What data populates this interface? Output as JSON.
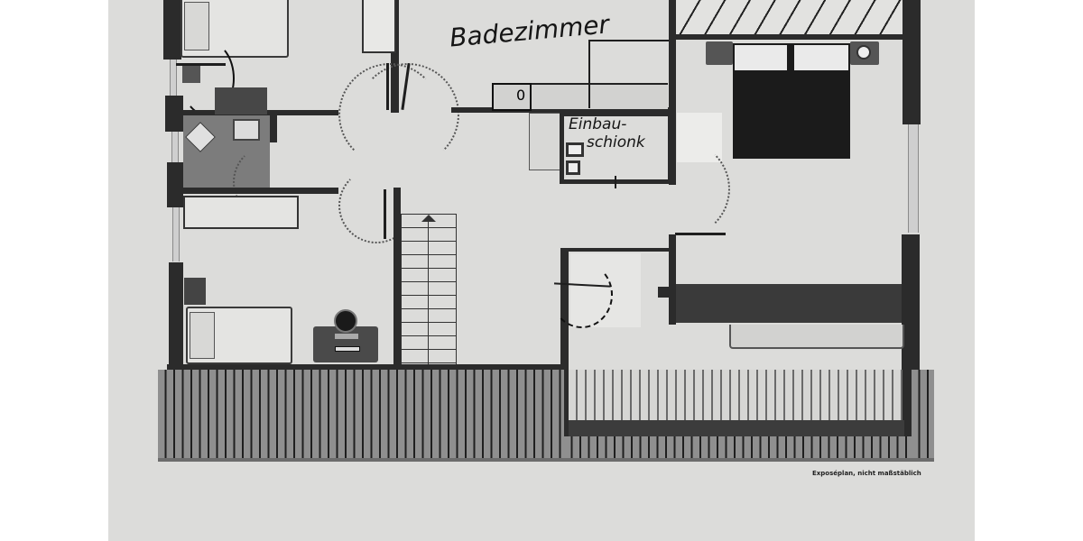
{
  "floorplan": {
    "labels": {
      "bathroom": "Badezimmer",
      "builtin_closet_line1": "Einbau-",
      "builtin_closet_line2": "schionk",
      "sink_symbol": "0"
    },
    "caption": "Exposéplan, nicht maßstäblich",
    "rooms": [
      {
        "id": "bedroom-top-left",
        "furniture": [
          "bed",
          "nightstand"
        ]
      },
      {
        "id": "bathroom-small",
        "furniture": [
          "toilet",
          "sink"
        ]
      },
      {
        "id": "bedroom-bottom-left",
        "furniture": [
          "bed",
          "desk",
          "chair",
          "wardrobe"
        ]
      },
      {
        "id": "hallway",
        "furniture": [
          "stairs"
        ]
      },
      {
        "id": "bathroom",
        "furniture": [
          "sink",
          "counter"
        ]
      },
      {
        "id": "builtin-closet",
        "furniture": []
      },
      {
        "id": "master-bedroom",
        "furniture": [
          "double-bed",
          "nightstands",
          "dresser",
          "sofa"
        ]
      },
      {
        "id": "storage-room",
        "furniture": []
      },
      {
        "id": "balcony",
        "furniture": []
      }
    ],
    "colors": {
      "paper": "#dcdcda",
      "wall": "#2b2b2b",
      "background": "#ffffff"
    }
  }
}
